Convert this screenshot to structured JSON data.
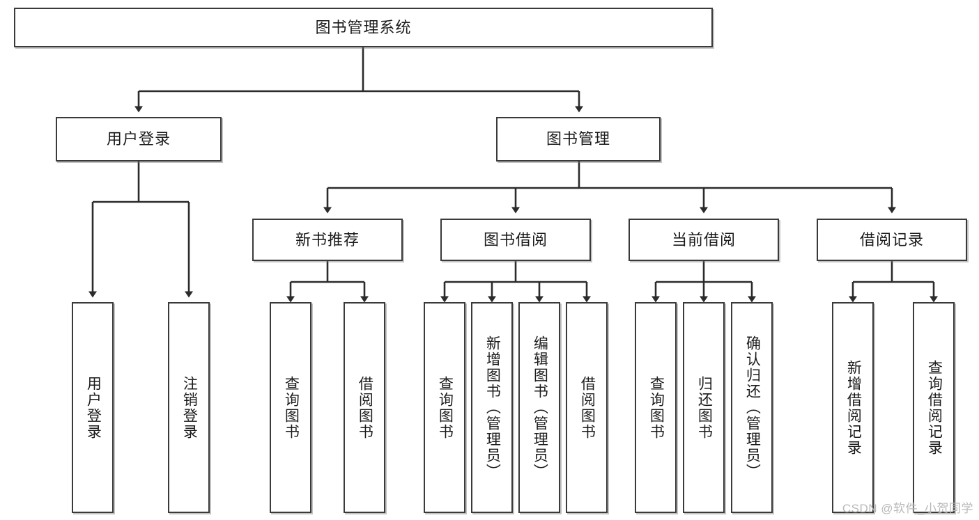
{
  "diagram": {
    "title": "图书管理系统",
    "type": "tree-hierarchy",
    "watermark": "CSDN @软件_小贺同学",
    "colors": {
      "background": "#ffffff",
      "box_border": "#3a3a3a",
      "box_fill": "#ffffff",
      "edge": "#2b2b2b",
      "watermark": "#b9b9b9"
    },
    "root": {
      "label": "图书管理系统"
    },
    "level2": [
      {
        "label": "用户登录"
      },
      {
        "label": "图书管理"
      }
    ],
    "level3": [
      {
        "label": "新书推荐"
      },
      {
        "label": "图书借阅"
      },
      {
        "label": "当前借阅"
      },
      {
        "label": "借阅记录"
      }
    ],
    "leaves_user_login": [
      {
        "label": "用户登录"
      },
      {
        "label": "注销登录"
      }
    ],
    "leaves_new_book": [
      {
        "label": "查询图书"
      },
      {
        "label": "借阅图书"
      }
    ],
    "leaves_borrow": [
      {
        "label": "查询图书"
      },
      {
        "label": "新增图书（管理员）"
      },
      {
        "label": "编辑图书（管理员）"
      },
      {
        "label": "借阅图书"
      }
    ],
    "leaves_current": [
      {
        "label": "查询图书"
      },
      {
        "label": "归还图书"
      },
      {
        "label": "确认归还（管理员）"
      }
    ],
    "leaves_records": [
      {
        "label": "新增借阅记录"
      },
      {
        "label": "查询借阅记录"
      }
    ]
  }
}
